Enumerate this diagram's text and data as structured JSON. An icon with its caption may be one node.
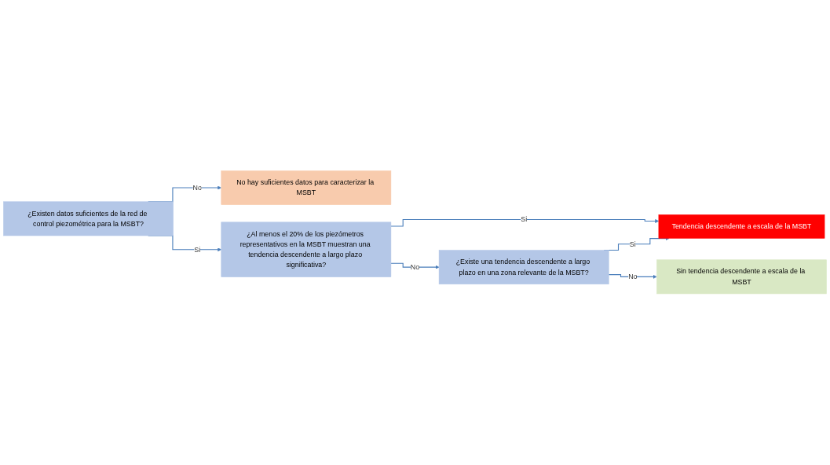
{
  "diagram": {
    "nodes": [
      {
        "text": [
          "¿Existen datos suficientes de la red de control piezométrica para la MSBT?"
        ]
      },
      {
        "text": [
          "No hay suficientes datos para caracterizar la MSBT"
        ]
      },
      {
        "text": [
          "¿Al menos el 20% de los piezómetros representativos en la MSBT muestran una tendencia descendente a largo plazo significativa?"
        ]
      },
      {
        "text": [
          "Tendencia descendente a escala de la MSBT"
        ]
      },
      {
        "text": [
          "¿Existe una tendencia descendente a largo plazo en una zona relevante de la MSBT?"
        ]
      },
      {
        "text": [
          "Sin tendencia descendente a escala de la MSBT"
        ]
      }
    ],
    "edges": [
      {
        "from": 0,
        "to": 1,
        "arrow": "to",
        "label": "No"
      },
      {
        "from": 0,
        "to": 2,
        "arrow": "to",
        "label": "Si"
      },
      {
        "from": 2,
        "to": 3,
        "arrow": "to",
        "label": "Si"
      },
      {
        "from": 2,
        "to": 4,
        "arrow": "to",
        "label": "No"
      },
      {
        "from": 4,
        "to": 3,
        "arrow": "to",
        "label": "Si"
      },
      {
        "from": 4,
        "to": 5,
        "arrow": "to",
        "label": "No"
      }
    ]
  }
}
